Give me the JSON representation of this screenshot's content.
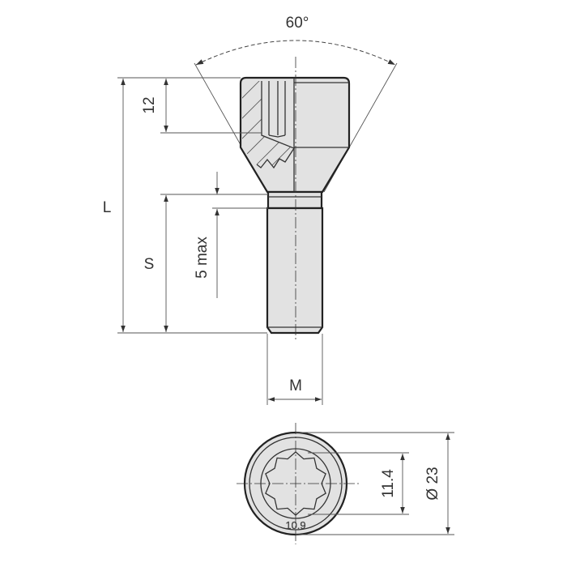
{
  "drawing": {
    "angle_label": "60°",
    "dimensions": {
      "length": "L",
      "head_depth": "12",
      "shank_length": "S",
      "unthreaded_max": "5 max",
      "thread": "M",
      "drive_size": "11.4",
      "head_diameter": "Ø 23"
    },
    "property_class_mark": "10.9"
  }
}
